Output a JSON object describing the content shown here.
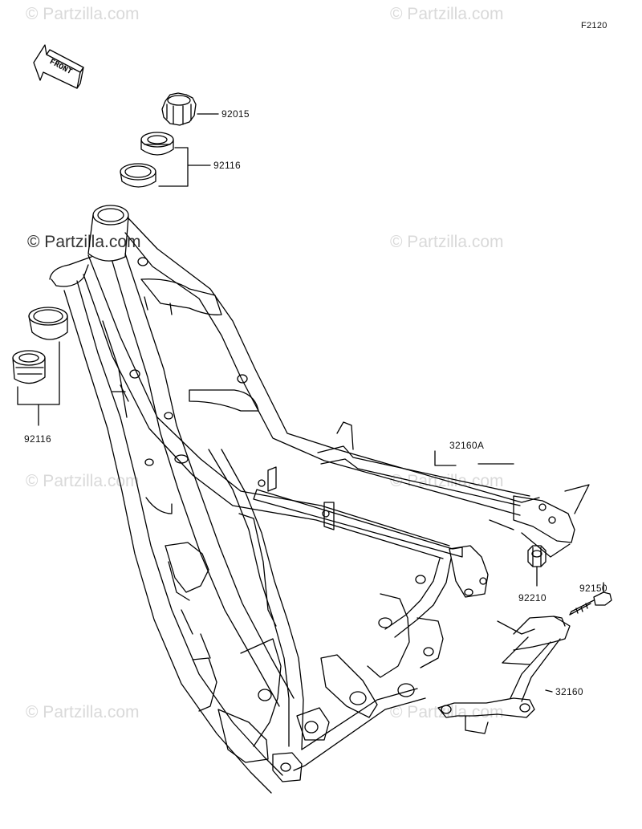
{
  "diagram": {
    "figure_code": "F2120",
    "front_label": "FRONT",
    "watermark": "© Partzilla.com",
    "parts": [
      {
        "number": "92015"
      },
      {
        "number": "92116"
      },
      {
        "number": "92116"
      },
      {
        "number": "32160A"
      },
      {
        "number": "92210"
      },
      {
        "number": "92150"
      },
      {
        "number": "32160"
      }
    ]
  }
}
